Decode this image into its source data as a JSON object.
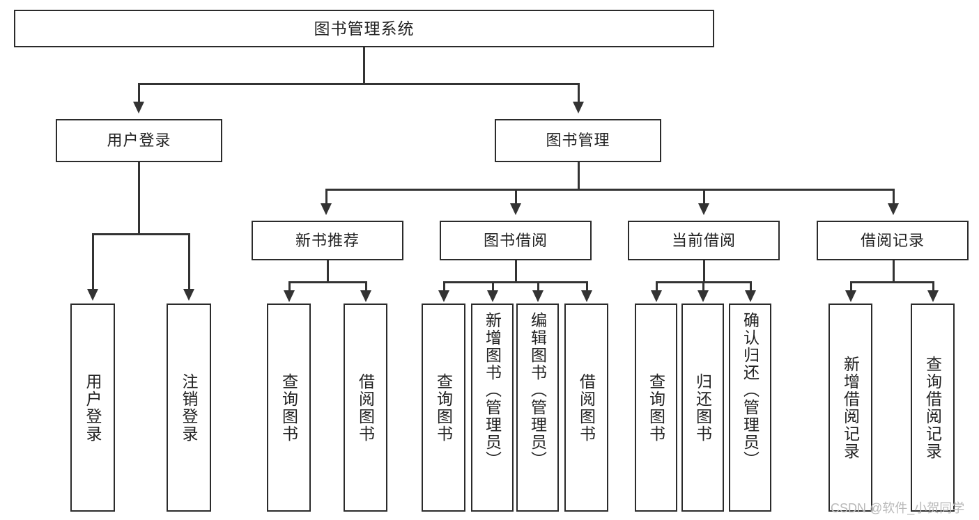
{
  "diagram": {
    "title": "图书管理系统",
    "type": "tree",
    "root": {
      "label": "图书管理系统"
    },
    "level2": [
      {
        "label": "用户登录"
      },
      {
        "label": "图书管理"
      }
    ],
    "level3": [
      {
        "label": "新书推荐"
      },
      {
        "label": "图书借阅"
      },
      {
        "label": "当前借阅"
      },
      {
        "label": "借阅记录"
      }
    ],
    "leaves": {
      "user_login": [
        {
          "label": "用户登录"
        },
        {
          "label": "注销登录"
        }
      ],
      "new_book_recommend": [
        {
          "label": "查询图书"
        },
        {
          "label": "借阅图书"
        }
      ],
      "book_borrow": [
        {
          "label": "查询图书"
        },
        {
          "label": "新增图书（管理员）"
        },
        {
          "label": "编辑图书（管理员）"
        },
        {
          "label": "借阅图书"
        }
      ],
      "current_borrow": [
        {
          "label": "查询图书"
        },
        {
          "label": "归还图书"
        },
        {
          "label": "确认归还（管理员）"
        }
      ],
      "borrow_record": [
        {
          "label": "新增借阅记录"
        },
        {
          "label": "查询借阅记录"
        }
      ]
    }
  },
  "watermark": {
    "text": "CSDN @软件_小贺同学"
  },
  "colors": {
    "border": "#2b2b2b",
    "line": "#333333",
    "text": "#222222",
    "background": "#ffffff",
    "watermark": "#b9b9b9"
  }
}
